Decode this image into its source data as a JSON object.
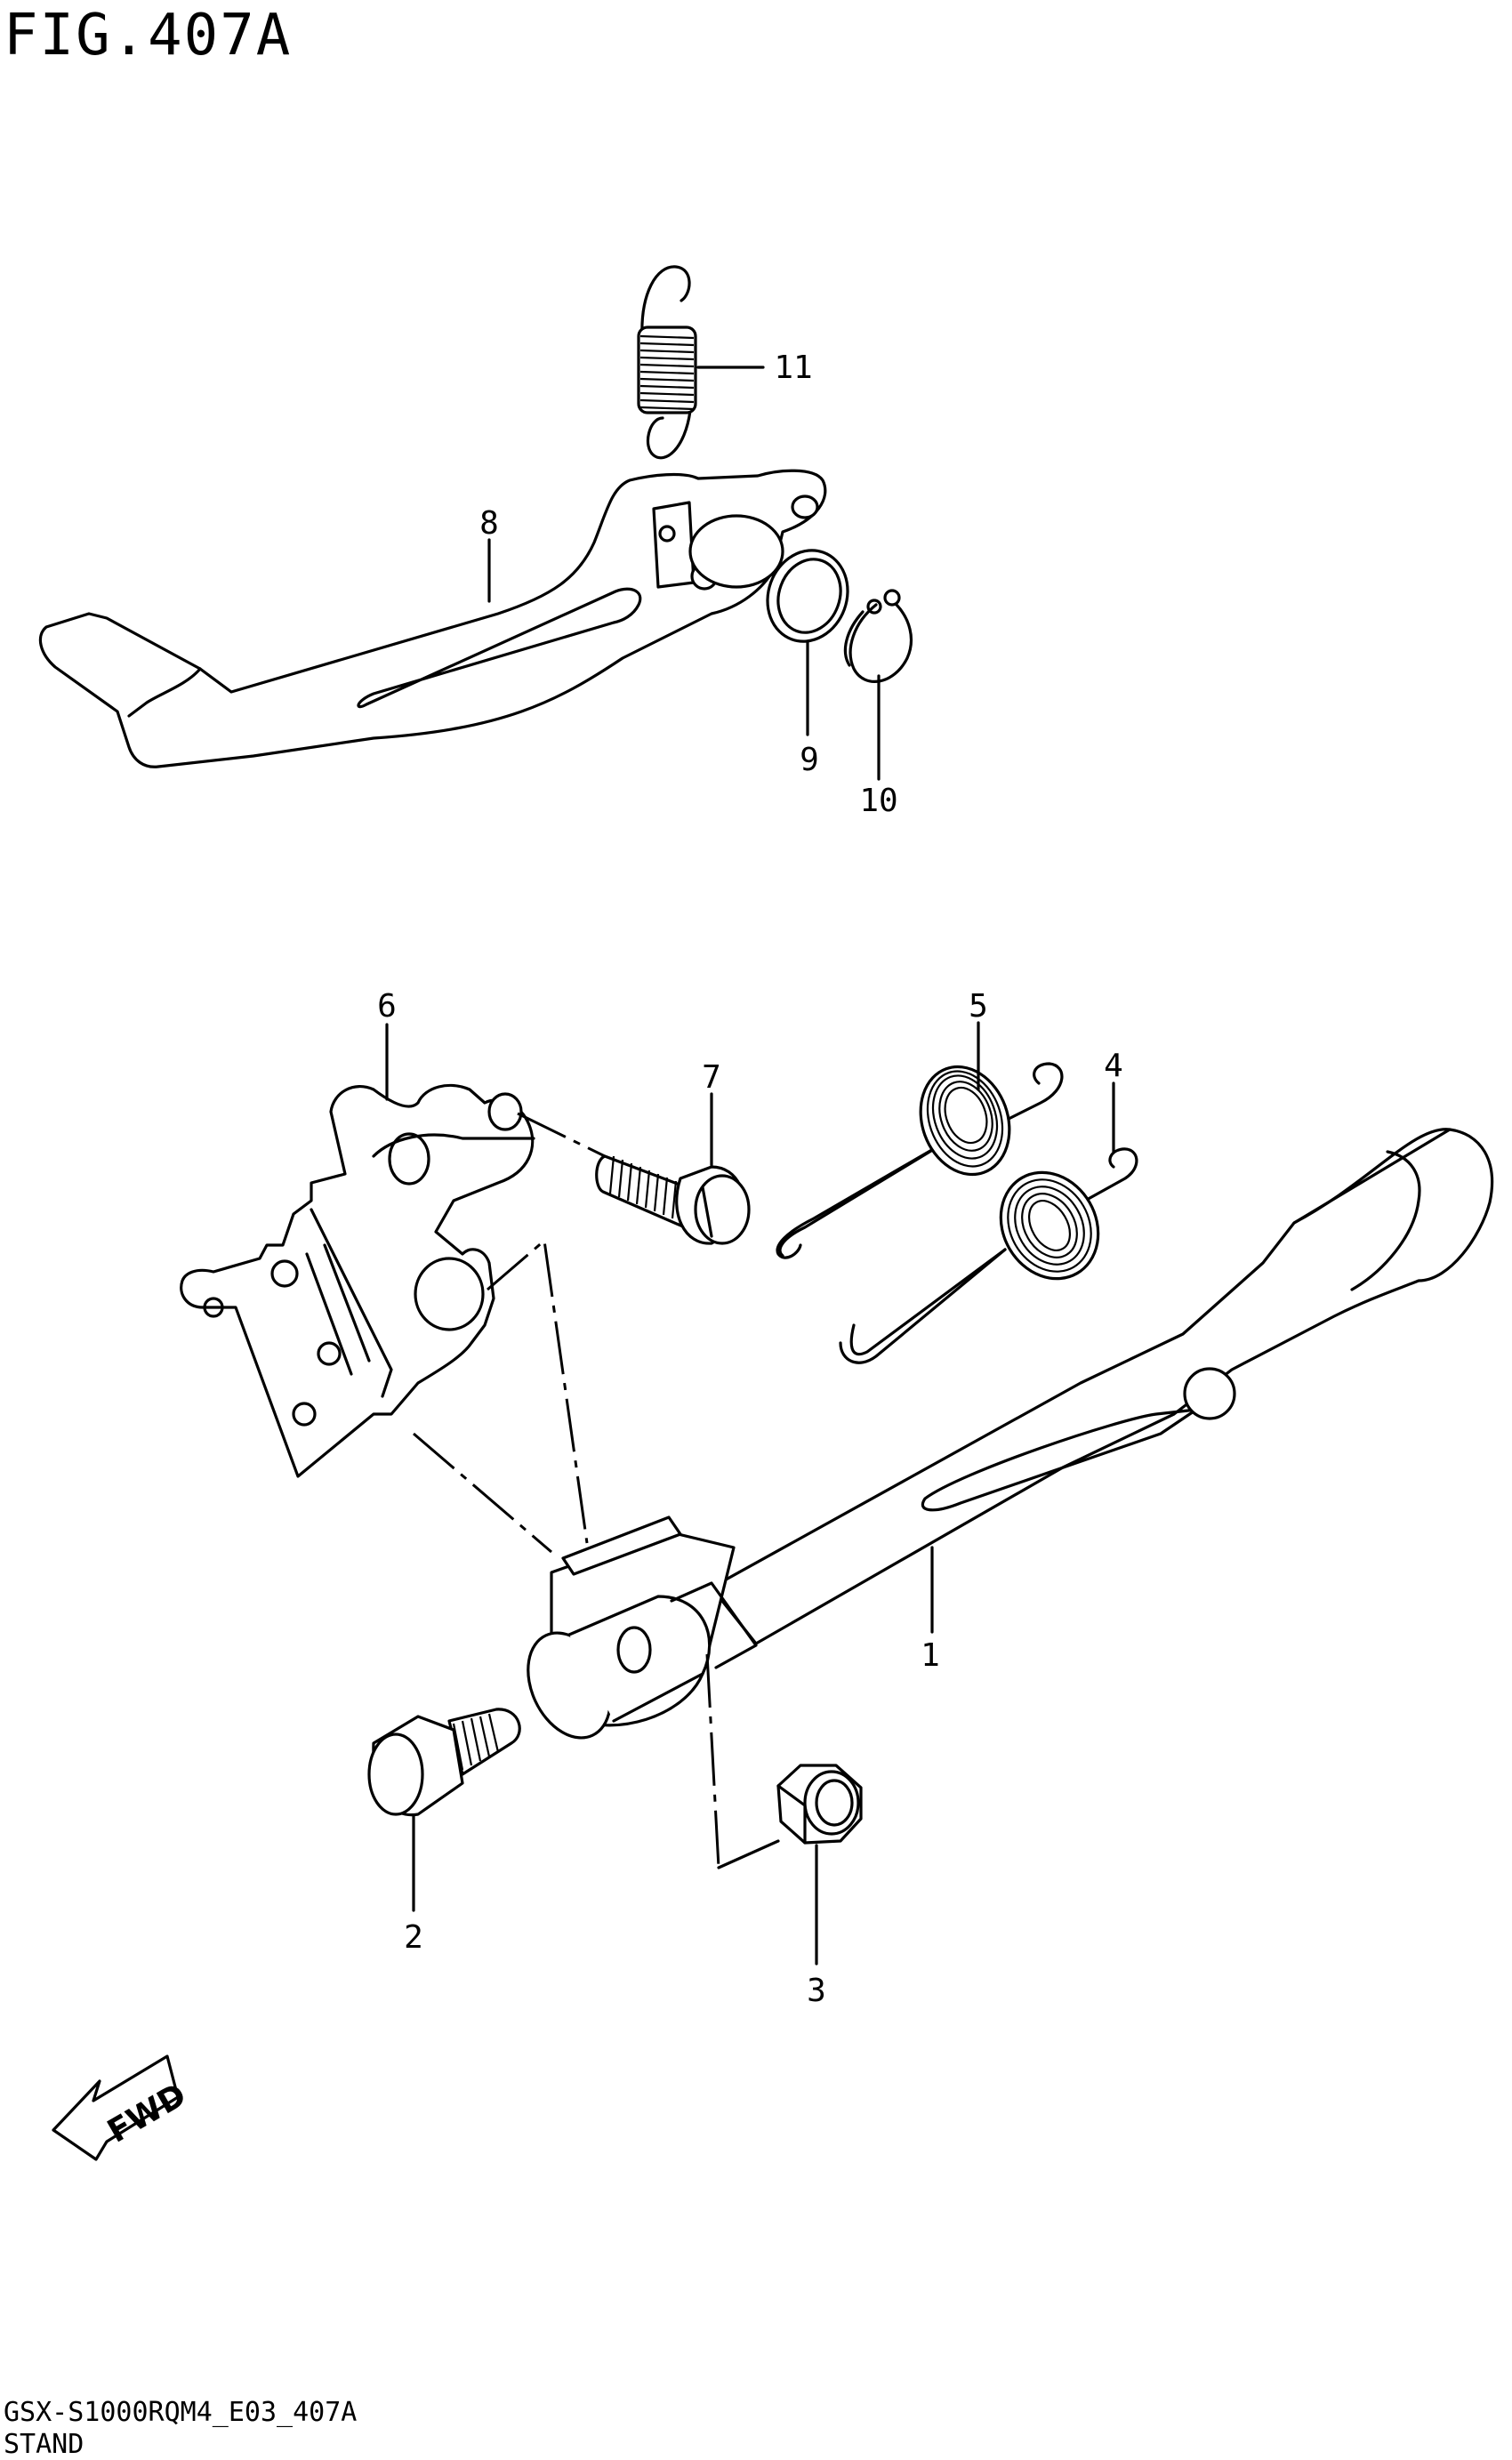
{
  "figure": {
    "title": "FIG.407A",
    "model_code": "GSX-S1000RQM4_E03_407A",
    "section_name": "STAND"
  },
  "fwd_arrow": {
    "label": "FWD"
  },
  "callouts": [
    {
      "id": "1",
      "label": "1"
    },
    {
      "id": "2",
      "label": "2"
    },
    {
      "id": "3",
      "label": "3"
    },
    {
      "id": "4",
      "label": "4"
    },
    {
      "id": "5",
      "label": "5"
    },
    {
      "id": "6",
      "label": "6"
    },
    {
      "id": "7",
      "label": "7"
    },
    {
      "id": "8",
      "label": "8"
    },
    {
      "id": "9",
      "label": "9"
    },
    {
      "id": "10",
      "label": "10"
    },
    {
      "id": "11",
      "label": "11"
    }
  ]
}
